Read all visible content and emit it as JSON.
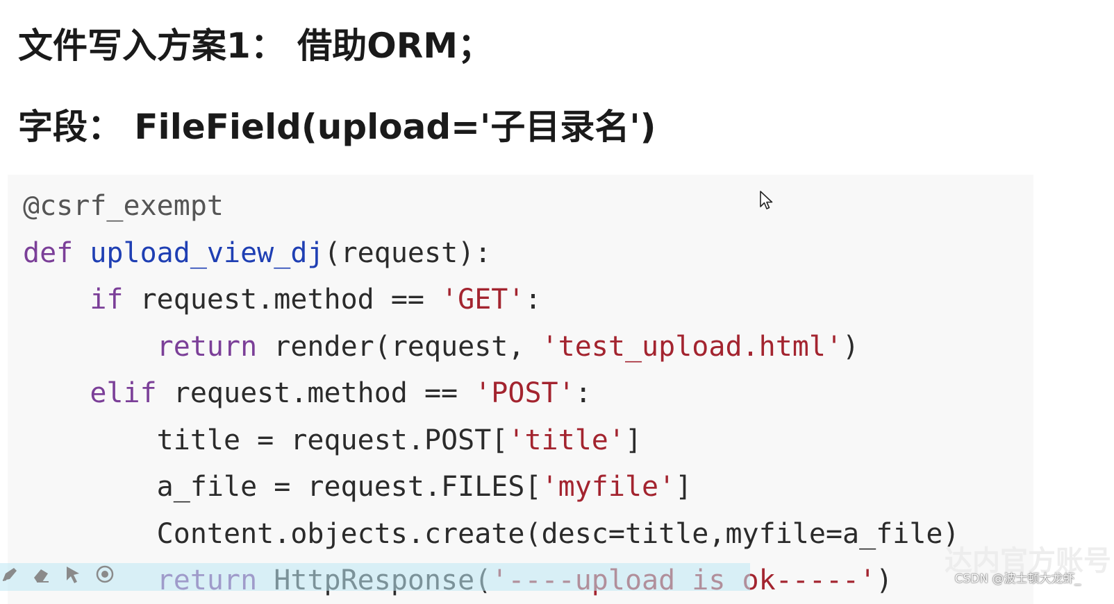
{
  "headings": {
    "line1": "文件写入方案1： 借助ORM；",
    "line2": "字段： FileField(upload='子目录名')"
  },
  "code": {
    "lines": [
      [
        {
          "t": "@csrf_exempt",
          "c": "dec"
        }
      ],
      [
        {
          "t": "def",
          "c": "kw"
        },
        {
          "t": " ",
          "c": "op"
        },
        {
          "t": "upload_view_dj",
          "c": "fn"
        },
        {
          "t": "(request):",
          "c": "op"
        }
      ],
      [
        {
          "t": "    ",
          "c": "op"
        },
        {
          "t": "if",
          "c": "kw"
        },
        {
          "t": " request.method == ",
          "c": "op"
        },
        {
          "t": "'GET'",
          "c": "str"
        },
        {
          "t": ":",
          "c": "op"
        }
      ],
      [
        {
          "t": "        ",
          "c": "op"
        },
        {
          "t": "return",
          "c": "kw"
        },
        {
          "t": " render(request, ",
          "c": "op"
        },
        {
          "t": "'test_upload.html'",
          "c": "str"
        },
        {
          "t": ")",
          "c": "op"
        }
      ],
      [
        {
          "t": "    ",
          "c": "op"
        },
        {
          "t": "elif",
          "c": "kw"
        },
        {
          "t": " request.method == ",
          "c": "op"
        },
        {
          "t": "'POST'",
          "c": "str"
        },
        {
          "t": ":",
          "c": "op"
        }
      ],
      [
        {
          "t": "        title = request.POST[",
          "c": "op"
        },
        {
          "t": "'title'",
          "c": "str"
        },
        {
          "t": "]",
          "c": "op"
        }
      ],
      [
        {
          "t": "        a_file = request.FILES[",
          "c": "op"
        },
        {
          "t": "'myfile'",
          "c": "str"
        },
        {
          "t": "]",
          "c": "op"
        }
      ],
      [
        {
          "t": "        Content.objects.create(desc=title,myfile=a_file)",
          "c": "op"
        }
      ],
      [
        {
          "t": "        ",
          "c": "op"
        },
        {
          "t": "return",
          "c": "kw"
        },
        {
          "t": " HttpResponse(",
          "c": "op"
        },
        {
          "t": "'----upload is ok-----'",
          "c": "str"
        },
        {
          "t": ")",
          "c": "op"
        }
      ]
    ]
  },
  "watermark": "CSDN @波士顿大龙虾_",
  "watermark_ghost": "达内官方账号",
  "icons": [
    "pen-icon",
    "eraser-icon",
    "pointer-icon",
    "record-icon",
    "mouse-cursor-icon"
  ],
  "colors": {
    "keyword": "#7b3f98",
    "function": "#1f3fb3",
    "string": "#a3242f",
    "code_bg": "#f8f8f8"
  }
}
